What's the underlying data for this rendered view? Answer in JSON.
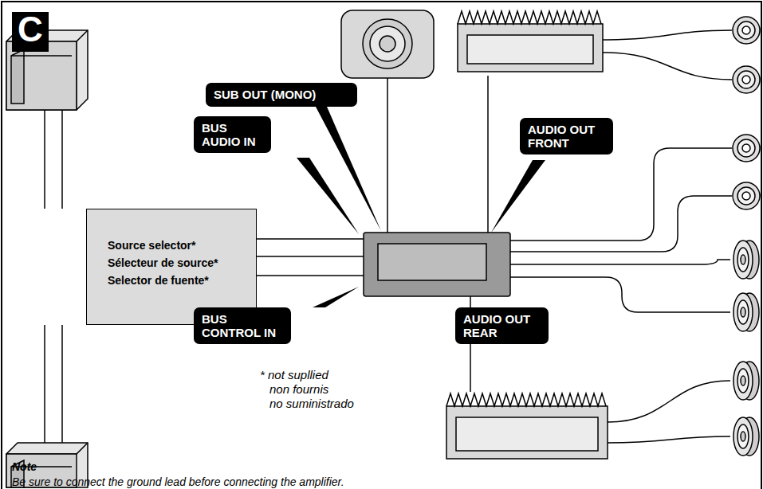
{
  "diagram": {
    "nodes": [
      {
        "text": [
          "C"
        ]
      },
      {
        "text": [
          "SUB OUT (MONO)"
        ]
      },
      {
        "text": [
          "BUS AUDIO IN"
        ]
      },
      {
        "text": [
          "AUDIO OUT FRONT"
        ]
      },
      {
        "text": [
          "Source selector*",
          "Sélecteur de source*",
          "Selector de fuente*"
        ]
      },
      {
        "text": [
          "BUS CONTROL IN"
        ]
      },
      {
        "text": [
          "AUDIO OUT REAR"
        ]
      }
    ],
    "labels": [
      "* not supllied",
      "non fournis",
      "no suministrado",
      "Note",
      "Be sure to connect the ground lead before connecting the amplifier."
    ]
  }
}
